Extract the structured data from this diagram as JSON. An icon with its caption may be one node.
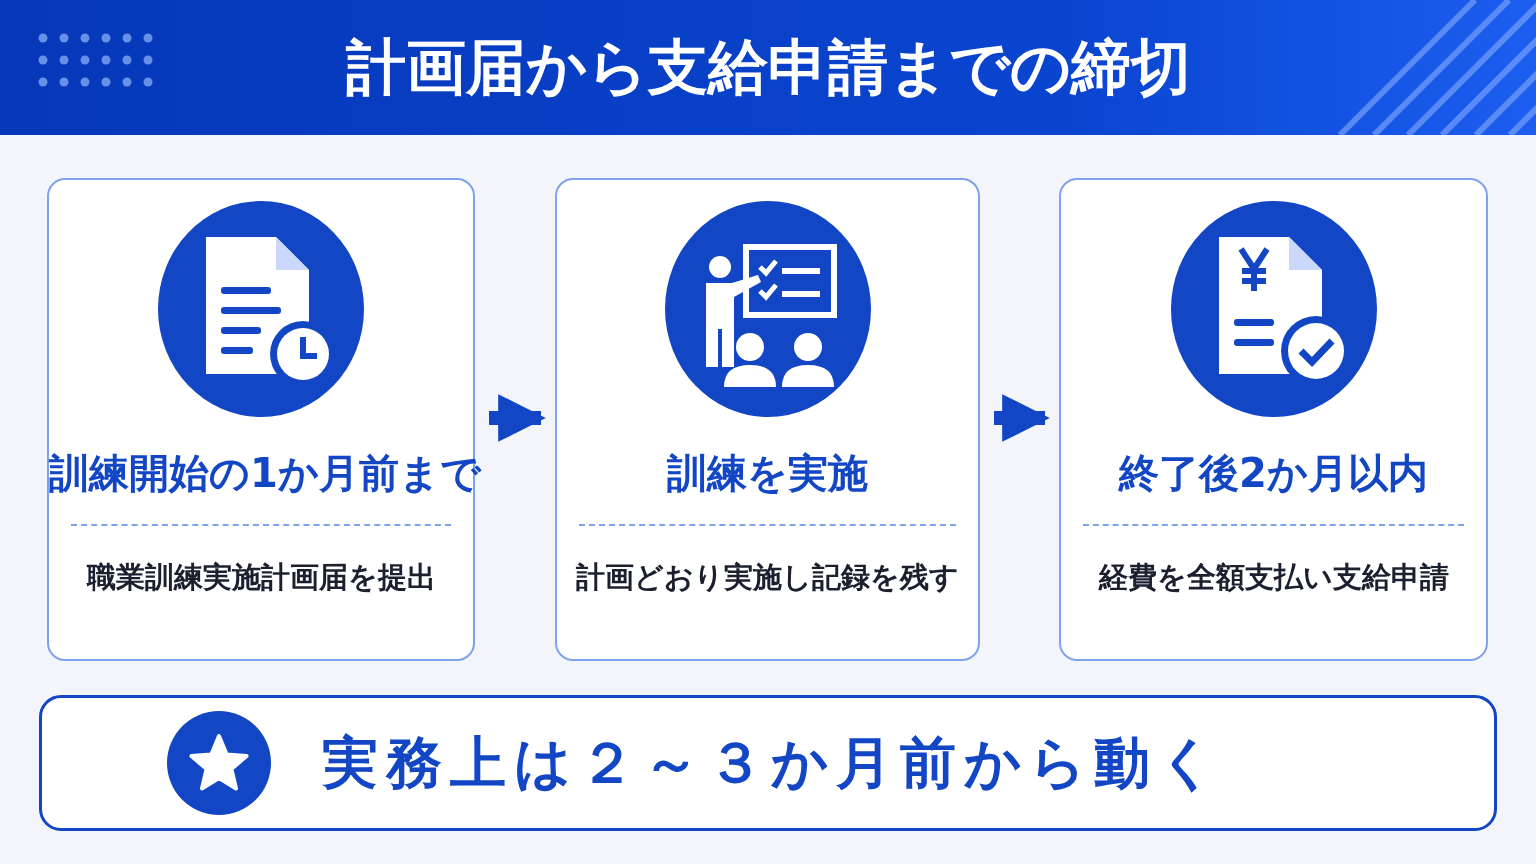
{
  "diagram": {
    "title": "計画届から支給申請までの締切",
    "nodes": [
      {
        "text": [
          "訓練開始の1か月前まで",
          "職業訓練実施計画届を提出"
        ]
      },
      {
        "text": [
          "訓練を実施",
          "計画どおり実施し記録を残す"
        ]
      },
      {
        "text": [
          "終了後2か月以内",
          "経費を全額支払い支給申請"
        ]
      },
      {
        "text": [
          "実務上は２～３か月前から動く"
        ]
      }
    ],
    "edges": [
      {
        "from": 0,
        "to": 1,
        "arrow": "to"
      },
      {
        "from": 1,
        "to": 2,
        "arrow": "to"
      }
    ]
  }
}
